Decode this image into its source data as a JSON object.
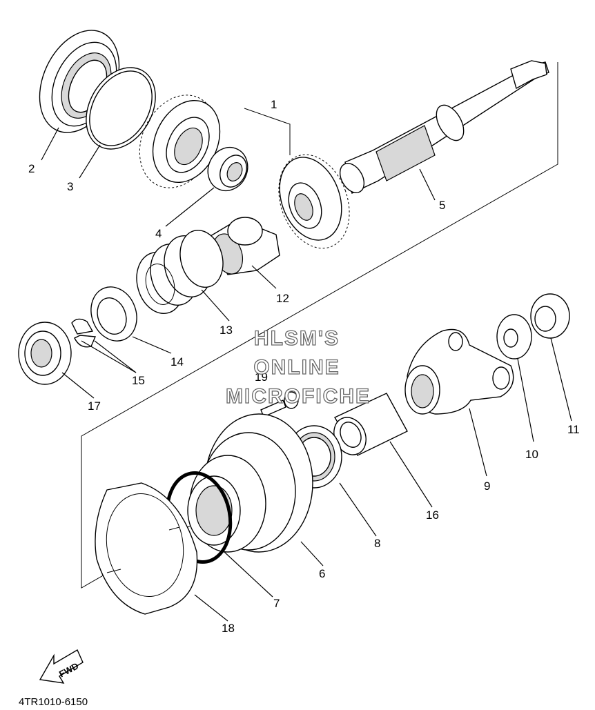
{
  "diagram": {
    "part_labels": [
      "1",
      "2",
      "3",
      "4",
      "5",
      "6",
      "7",
      "8",
      "9",
      "10",
      "11",
      "12",
      "13",
      "14",
      "15",
      "16",
      "17",
      "18",
      "19"
    ],
    "watermark": {
      "line1": "HLSM'S",
      "line2": "ONLINE",
      "line3": "MICROFICHE"
    },
    "direction_label": "FWD",
    "code": "4TR1010-6150"
  }
}
